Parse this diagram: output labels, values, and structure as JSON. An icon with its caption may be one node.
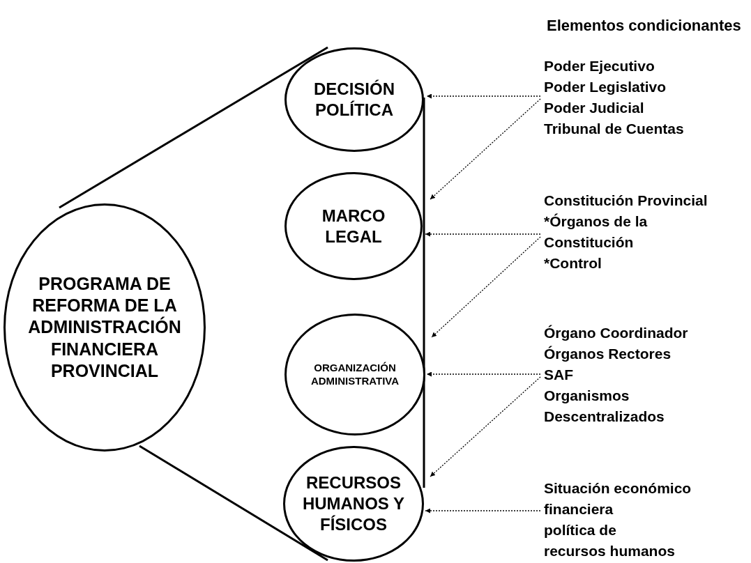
{
  "diagram": {
    "title": "Elementos condicionantes",
    "nodes": [
      {
        "text": [
          "PROGRAMA DE REFORMA DE LA ADMINISTRACIÓN FINANCIERA PROVINCIAL"
        ]
      },
      {
        "text": [
          "DECISIÓN POLÍTICA"
        ]
      },
      {
        "text": [
          "MARCO LEGAL"
        ]
      },
      {
        "text": [
          "ORGANIZACIÓN ADMINISTRATIVA"
        ]
      },
      {
        "text": [
          "RECURSOS HUMANOS Y FÍSICOS"
        ]
      },
      {
        "text": [
          "Poder Ejecutivo",
          "Poder Legislativo",
          "Poder Judicial",
          "Tribunal de Cuentas"
        ]
      },
      {
        "text": [
          "Constitución Provincial",
          "*Órganos de la Constitución",
          "*Control"
        ]
      },
      {
        "text": [
          "Órgano Coordinador",
          "Órganos Rectores",
          "SAF",
          "Organismos Descentralizados"
        ]
      },
      {
        "text": [
          "Situación económico financiera",
          "política de recursos humanos"
        ]
      }
    ],
    "edges": [
      {
        "from": 5,
        "to": 1,
        "arrow": "to",
        "style": "dashed"
      },
      {
        "from": 5,
        "to": 2,
        "arrow": "to",
        "style": "dashed"
      },
      {
        "from": 6,
        "to": 2,
        "arrow": "to",
        "style": "dashed"
      },
      {
        "from": 6,
        "to": 3,
        "arrow": "to",
        "style": "dashed"
      },
      {
        "from": 7,
        "to": 3,
        "arrow": "to",
        "style": "dashed"
      },
      {
        "from": 7,
        "to": 4,
        "arrow": "to",
        "style": "dashed"
      },
      {
        "from": 8,
        "to": 4,
        "arrow": "to",
        "style": "dashed"
      }
    ]
  }
}
